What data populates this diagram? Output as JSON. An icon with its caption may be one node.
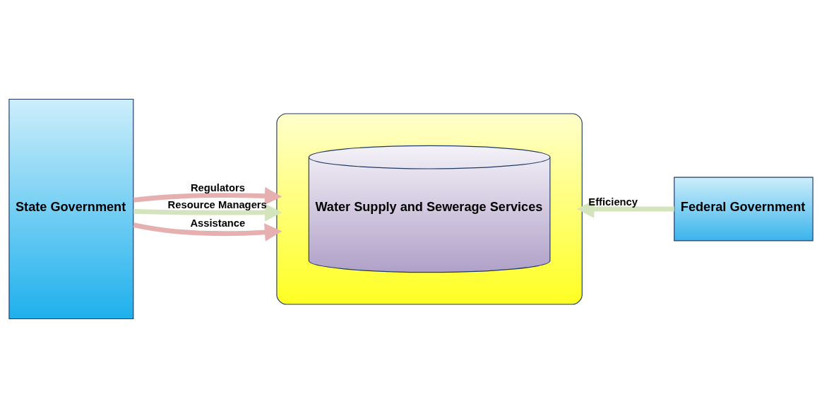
{
  "diagram": {
    "nodes": [
      {
        "text": [
          "State Government"
        ]
      },
      {
        "text": [],
        "shape": "ellipse"
      },
      {
        "text": [
          "Water Supply and Sewerage Services"
        ],
        "in": 1
      },
      {
        "text": [
          "Federal Government"
        ]
      }
    ],
    "edges": [
      {
        "from": 0,
        "to": 1,
        "arrow": "to",
        "label": "Regulators",
        "color": "#e6b0b0"
      },
      {
        "from": 0,
        "to": 1,
        "arrow": "to",
        "label": "Resource Managers",
        "color": "#d4e4bc"
      },
      {
        "from": 0,
        "to": 1,
        "arrow": "to",
        "label": "Assistance",
        "color": "#e6b0b0"
      },
      {
        "from": 3,
        "to": 1,
        "arrow": "to",
        "label": "Efficiency",
        "color": "#d4e4bc"
      }
    ]
  }
}
